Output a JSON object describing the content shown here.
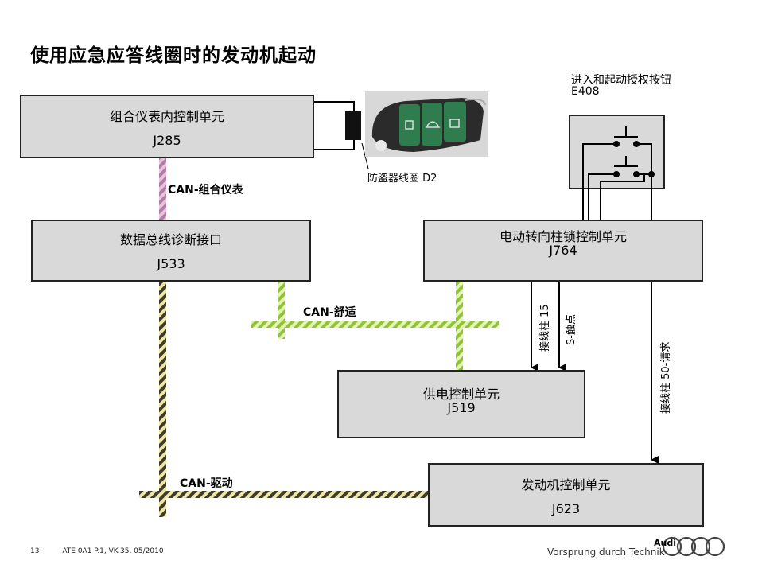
{
  "title": "使用应急应答线圈时的发动机起动",
  "units": {
    "j285": {
      "name": "组合仪表内控制单元",
      "code": "J285"
    },
    "j533": {
      "name": "数据总线诊断接口",
      "code": "J533"
    },
    "j764": {
      "name": "电动转向柱锁控制单元",
      "code": "J764"
    },
    "j519": {
      "name": "供电控制单元",
      "code": "J519"
    },
    "j623": {
      "name": "发动机控制单元",
      "code": "J623"
    }
  },
  "button": {
    "line1": "进入和起动授权按钮",
    "line2": "E408"
  },
  "coil_label": "防盗器线圈 D2",
  "bus": {
    "instrument": "CAN-组合仪表",
    "comfort": "CAN-舒适",
    "drive": "CAN-驱动"
  },
  "signals": {
    "t15": "接线柱 15",
    "s_contact": "S-触点",
    "t50": "接线柱 50-请求"
  },
  "footer": {
    "page": "13",
    "ref": "ATE 0A1 P.1, VK-35, 05/2010",
    "brand": "Audi",
    "slogan": "Vorsprung durch Technik"
  },
  "colors": {
    "box_fill": "#d9d9d9",
    "can_instrument": "#c17aa8",
    "can_comfort": "#9acd32",
    "can_drive": "#c9b458",
    "key_green": "#2e7d4f"
  }
}
